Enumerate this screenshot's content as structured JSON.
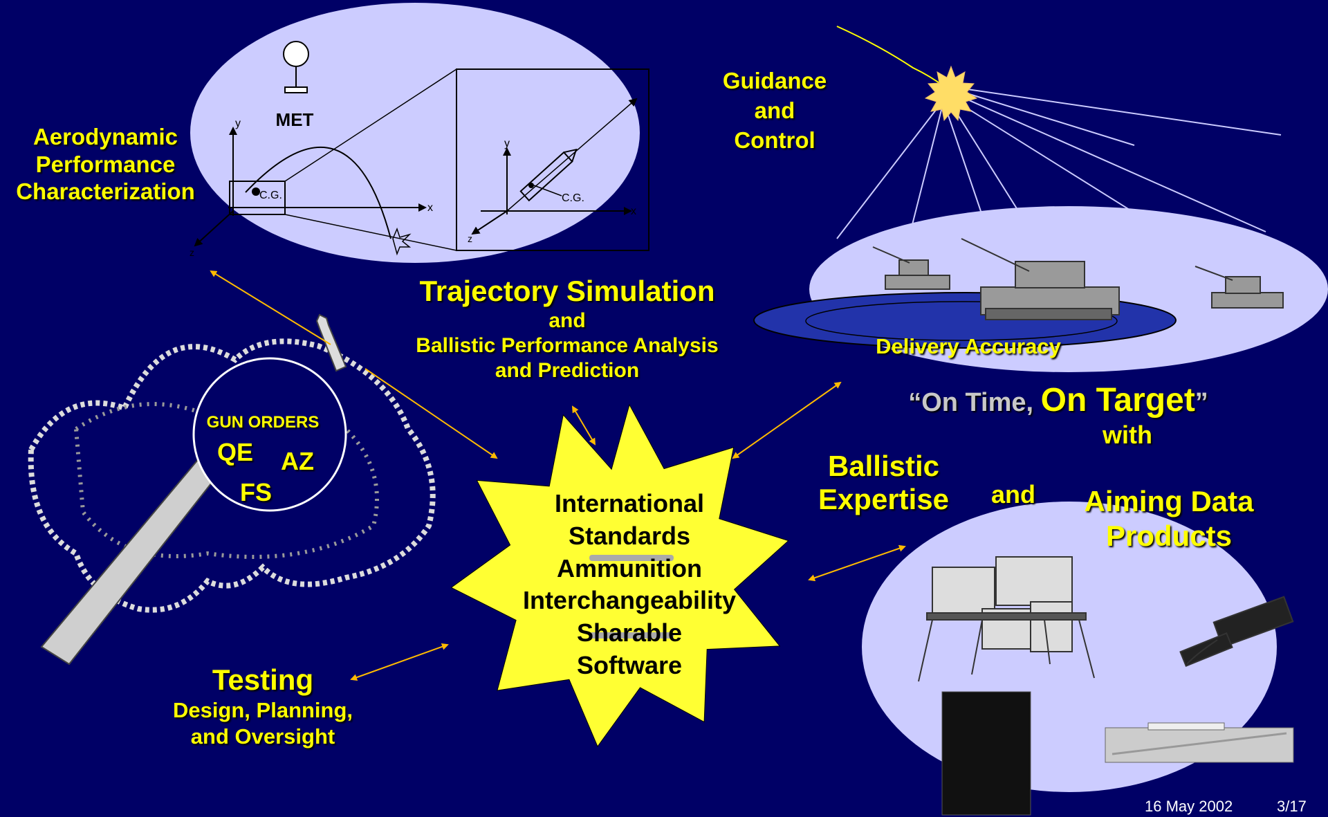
{
  "colors": {
    "background": "#000066",
    "text": "#ffff00",
    "arrow": "#ffbb00",
    "ellipse": "#ccccff",
    "star": "#ffff33"
  },
  "aero": {
    "line1": "Aerodynamic",
    "line2": "Performance",
    "line3": "Characterization"
  },
  "inset": {
    "met": "MET",
    "y1": "y",
    "x1": "x",
    "z1": "z",
    "cg1": "C.G.",
    "y2": "y",
    "x2": "x",
    "z2": "z",
    "cg2": "C.G."
  },
  "guidance": {
    "line1": "Guidance",
    "line2": "and",
    "line3": "Control"
  },
  "trajectory": {
    "title": "Trajectory Simulation",
    "and": "and",
    "line2": "Ballistic Performance Analysis",
    "line3": "and Prediction"
  },
  "delivery": "Delivery Accuracy",
  "ontime": {
    "q1": "“",
    "part1": "On Time",
    "comma": ", ",
    "part2": "On Target",
    "q2": "”",
    "with": "with"
  },
  "gun_orders": {
    "title": "GUN ORDERS",
    "qe": "QE",
    "az": "AZ",
    "fs": "FS"
  },
  "center_star": {
    "line1": "International",
    "line2": "Standards",
    "line3": "Ammunition",
    "line4": "Interchangeability",
    "line5": "Sharable",
    "line6": "Software"
  },
  "ballistic": {
    "line1": "Ballistic",
    "line2": "Expertise",
    "and": "and"
  },
  "aiming": {
    "line1": "Aiming Data",
    "line2": "Products"
  },
  "testing": {
    "title": "Testing",
    "line2": "Design, Planning,",
    "line3": "and Oversight"
  },
  "footer": {
    "date": "16 May 2002",
    "page": "3/17"
  }
}
